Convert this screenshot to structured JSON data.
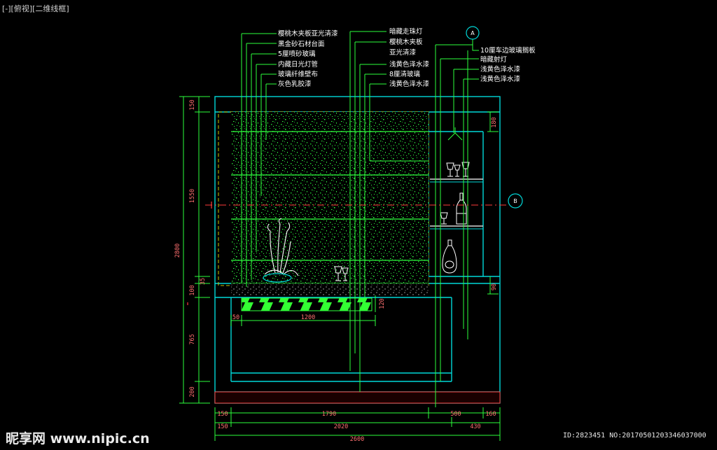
{
  "viewport_label": "[-][俯视][二维线框]",
  "annotations_left": [
    "樱桃木夹板亚光清漆",
    "黑金砂石材台面",
    "5厘喷砂玻璃",
    "内藏日光灯管",
    "玻璃纤维壁布",
    "灰色乳胶漆"
  ],
  "annotations_mid": [
    "暗藏走珠灯",
    "樱桃木夹板",
    "亚光清漆",
    "浅黄色泽水漆",
    "8厘清玻璃",
    "浅黄色泽水漆"
  ],
  "annotations_right": [
    "10厘车边玻璃搁板",
    "暗藏射灯",
    "浅黄色泽水漆",
    "浅黄色泽水漆"
  ],
  "axis_markers": [
    "A",
    "B"
  ],
  "dims_left": [
    "150",
    "1550",
    "2800",
    "100",
    "35",
    "765",
    "200"
  ],
  "dims_right": [
    "180",
    "90"
  ],
  "dims_inner": [
    "120",
    "50",
    "1200"
  ],
  "dims_bottom_row1": [
    "150",
    "1790",
    "500",
    "160"
  ],
  "dims_bottom_row2": [
    "150",
    "2020",
    "430"
  ],
  "dims_bottom_total": "2600",
  "watermark_left": "昵享网 www.nipic.cn",
  "watermark_right": "ID:2823451 NO:20170501203346037000",
  "colors": {
    "background": "#000000",
    "outline": "#00d8d8",
    "green": "#2dff3d",
    "dimension": "#ff3b3b",
    "text": "#ffffff"
  }
}
